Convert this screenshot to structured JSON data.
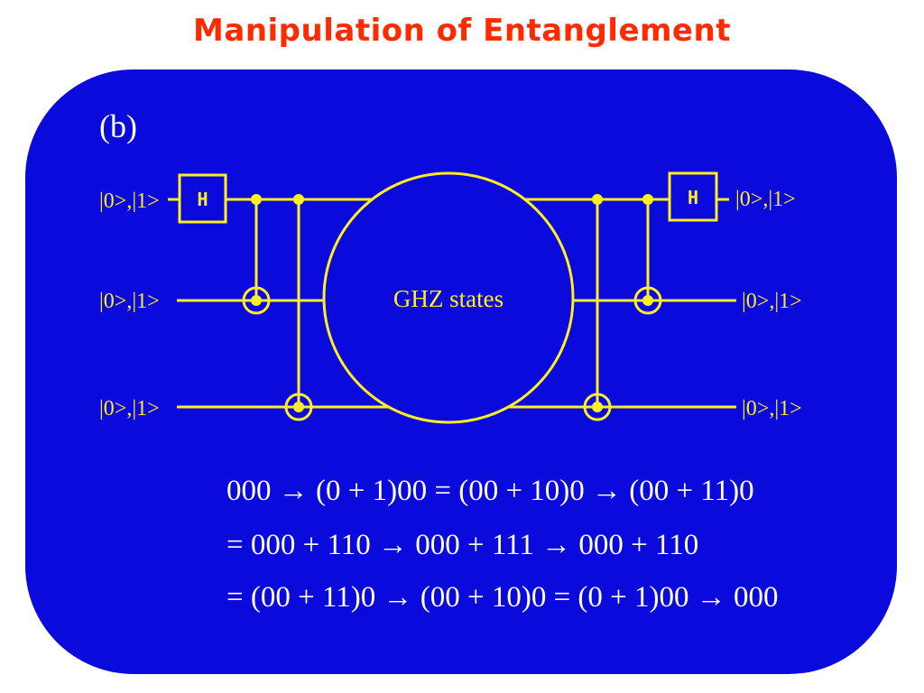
{
  "title": "Manipulation of Entanglement",
  "panel": {
    "label": "(b)",
    "background_color": "#0a0adc",
    "line_color": "#ffee22"
  },
  "circuit": {
    "inputs": [
      "|0>,|1>",
      "|0>,|1>",
      "|0>,|1>"
    ],
    "outputs": [
      "|0>,|1>",
      "|0>,|1>",
      "|0>,|1>"
    ],
    "hadamard_left": "H",
    "hadamard_right": "H",
    "center_label": "GHZ states"
  },
  "equations": [
    "000 → (0 + 1)00 = (00 + 10)0 → (00 + 11)0",
    "= 000 + 110 → 000 + 111 → 000 + 110",
    "= (00 + 11)0 → (00 + 10)0 = (0 + 1)00 → 000"
  ]
}
